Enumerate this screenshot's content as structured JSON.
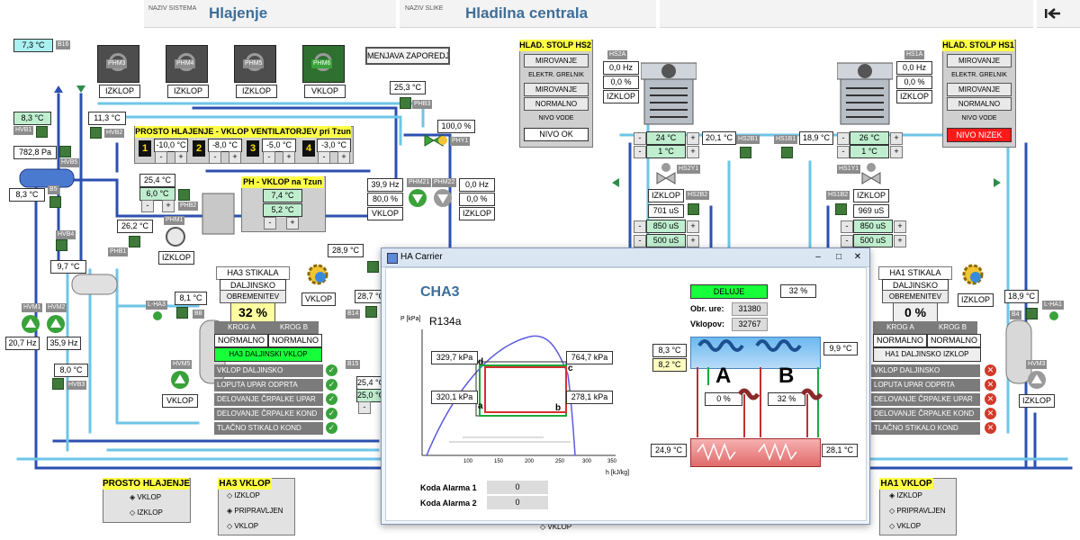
{
  "header": {
    "system_label": "NAZIV SISTEMA",
    "system_value": "Hlajenje",
    "screen_label": "NAZIV SLIKE",
    "screen_value": "Hladilna centrala",
    "back_icon": "back-arrow-icon"
  },
  "top_left": {
    "temp": "7,3 °C",
    "tag": "B16"
  },
  "fans": [
    {
      "tag": "PHM3",
      "status": "IZKLOP"
    },
    {
      "tag": "PHM4",
      "status": "IZKLOP"
    },
    {
      "tag": "PHM5",
      "status": "IZKLOP"
    },
    {
      "tag": "PHM6",
      "status": "VKLOP"
    }
  ],
  "menjava_button": "MENJAVA ZAPOREDJA",
  "prosto_panel": {
    "title": "PROSTO HLAJENJE - VKLOP VENTILATORJEV pri Tzun",
    "steps": [
      {
        "n": "1",
        "temp": "-10,0 °C"
      },
      {
        "n": "2",
        "temp": "-8,0 °C"
      },
      {
        "n": "3",
        "temp": "-5,0 °C"
      },
      {
        "n": "4",
        "temp": "-3,0 °C"
      }
    ],
    "minus": "-",
    "plus": "+"
  },
  "ph_panel": {
    "title": "PH - VKLOP na Tzun",
    "t1": "7,4 °C",
    "t2": "5,2 °C"
  },
  "left_values": {
    "hvb1_temp": "8,3 °C",
    "hvb1": "HVB1",
    "hvb2_temp": "11,3 °C",
    "hvb2": "HVB2",
    "pressure": "782,8 Pa",
    "hvb5": "HVB5",
    "b5_temp": "8,3 °C",
    "b5": "B5",
    "hvb4": "HVB4",
    "hvb4_temp": "9,7 °C",
    "hvm1": "HVM1",
    "hvm1_hz": "20,7 Hz",
    "hvm2": "HVM2",
    "hvm2_hz": "35,9 Hz",
    "hvb3_temp": "8,0 °C",
    "hvb3": "HVB3",
    "phb2_temp": "25,4 °C",
    "phb2_set": "6,0 °C",
    "phb2": "PHB2",
    "phb1_temp": "26,2 °C",
    "phb1": "PHB1",
    "phm1": "PHM1",
    "phm1_status": "IZKLOP",
    "phb3_temp": "25,3 °C",
    "phb3": "PHB3",
    "phy1_pct": "100,0 %",
    "phy1": "PHY1",
    "phm21": "PHM21",
    "phm21_hz": "39,9 Hz",
    "phm21_pct": "80,0 %",
    "phm21_status": "VKLOP",
    "phm22": "PHM22",
    "phm22_hz": "0,0 Hz",
    "phm22_pct": "0,0 %",
    "phm22_status": "IZKLOP",
    "b_28_9": "28,9 °C",
    "l_ha3": "L-HA3",
    "b8_temp": "8,1 °C",
    "b8": "B8",
    "b14_temp": "28,7 °C",
    "b14": "B14",
    "b15": "B15",
    "hvm5": "HVM5",
    "hvm5_status": "VKLOP",
    "b15_t1": "25,4 °C",
    "b15_t2": "25,0 °C"
  },
  "ha3": {
    "stikala_label": "HA3 STIKALA",
    "stikala_value": "DALJINSKO",
    "obremenitev_label": "OBREMENITEV",
    "obremenitev_value": "32 %",
    "button": "VKLOP",
    "krog_a": "KROG A",
    "krog_b": "KROG B",
    "krog_a_val": "NORMALNO",
    "krog_b_val": "NORMALNO",
    "mode": "HA3 DALJINSKI VKLOP",
    "rows": [
      "VKLOP DALJINSKO",
      "LOPUTA UPAR ODPRTA",
      "DELOVANJE ČRPALKE UPAR",
      "DELOVANJE ČRPALKE KOND",
      "TLAČNO STIKALO KOND"
    ]
  },
  "ha1": {
    "stikala_label": "HA1 STIKALA",
    "stikala_value": "DALJINSKO",
    "obremenitev_label": "OBREMENITEV",
    "obremenitev_value": "0 %",
    "button": "IZKLOP",
    "krog_a": "KROG A",
    "krog_b": "KROG B",
    "krog_a_val": "NORMALNO",
    "krog_b_val": "NORMALNO",
    "mode": "HA1 DALJINSKO IZKLOP",
    "rows": [
      "VKLOP DALJINSKO",
      "LOPUTA UPAR ODPRTA",
      "DELOVANJE ČRPALKE UPAR",
      "DELOVANJE ČRPALKE KOND",
      "TLAČNO STIKALO KOND"
    ]
  },
  "hs2": {
    "title": "HLAD. STOLP HS2",
    "status": "MIROVANJE",
    "grelnik_label": "ELEKTR. GRELNIK",
    "grelnik_v1": "MIROVANJE",
    "grelnik_v2": "NORMALNO",
    "nivo_label": "NIVO VODE",
    "nivo_value": "NIVO OK",
    "tag": "HS2A",
    "hz": "0,0 Hz",
    "pct": "0,0 %",
    "fan_status": "IZKLOP",
    "set1": "24 °C",
    "set2": "1 °C",
    "b1_temp": "20,1 °C",
    "b1": "HS2B1",
    "y1": "HS2Y1",
    "valve_status": "IZKLOP",
    "b2": "HS2B2",
    "us1": "701 uS",
    "us2": "850 uS",
    "us3": "500 uS"
  },
  "hs1": {
    "title": "HLAD. STOLP HS1",
    "status": "MIROVANJE",
    "grelnik_label": "ELEKTR. GRELNIK",
    "grelnik_v1": "MIROVANJE",
    "grelnik_v2": "NORMALNO",
    "nivo_label": "NIVO VODE",
    "nivo_value": "NIVO NIZEK",
    "tag": "HS1A",
    "hz": "0,0 Hz",
    "pct": "0,0 %",
    "fan_status": "IZKLOP",
    "set1": "26 °C",
    "set2": "1 °C",
    "b1_temp": "18,9 °C",
    "b1": "HS1B1",
    "y1": "HS1Y1",
    "valve_status": "IZKLOP",
    "b2": "HS1B2",
    "us1": "969 uS",
    "us2": "850 uS",
    "us3": "500 uS"
  },
  "right_values": {
    "l_ha1": "L-HA1",
    "b4_temp": "18,9 °C",
    "b4": "B4",
    "hvm3": "HVM3",
    "hvm3_status": "IZKLOP"
  },
  "bottom_left": {
    "prosto_title": "PROSTO HLAJENJE",
    "prosto_opts": [
      "VKLOP",
      "IZKLOP"
    ],
    "ha3_title": "HA3 VKLOP",
    "ha3_opts": [
      "IZKLOP",
      "PRIPRAVLJEN",
      "VKLOP"
    ]
  },
  "bottom_right": {
    "ha1_title": "HA1 VKLOP",
    "ha1_opts": [
      "IZKLOP",
      "PRIPRAVLJEN",
      "VKLOP"
    ]
  },
  "bottom_center": {
    "vklop": "VKLOP"
  },
  "dialog": {
    "title": "HA Carrier",
    "minimize": "–",
    "maximize": "□",
    "close": "✕",
    "name": "CHA3",
    "deluje": "DELUJE",
    "deluje_pct": "32 %",
    "obr_label": "Obr. ure:",
    "obr_value": "31380",
    "vklopov_label": "Vklopov:",
    "vklopov_value": "32767",
    "refrigerant": "R134a",
    "p_axis": "P [kPa]",
    "h_axis": "h [kJ/kg]",
    "x_ticks": [
      "100",
      "150",
      "200",
      "250",
      "300",
      "350"
    ],
    "p_d": "329,7 kPa",
    "p_a": "320,1 kPa",
    "p_c": "764,7 kPa",
    "p_b": "278,1 kPa",
    "pt_labels": [
      "a",
      "b",
      "c",
      "d"
    ],
    "t_in": "8,3 °C",
    "t_out": "8,2 °C",
    "t_right": "9,9 °C",
    "circ_a": "A",
    "circ_b": "B",
    "a_pct": "0 %",
    "b_pct": "32 %",
    "cond_in": "24,9 °C",
    "cond_out": "28,1 °C",
    "alarm1_label": "Koda Alarma 1",
    "alarm1": "0",
    "alarm2_label": "Koda Alarma 2",
    "alarm2": "0"
  },
  "colors": {
    "pipe_blue": "#2c4fb0",
    "pipe_cyan": "#6ec6e8",
    "green_ok": "#3aa23a",
    "alarm_red": "#d23a2a",
    "header_text": "#3e6e9a"
  }
}
